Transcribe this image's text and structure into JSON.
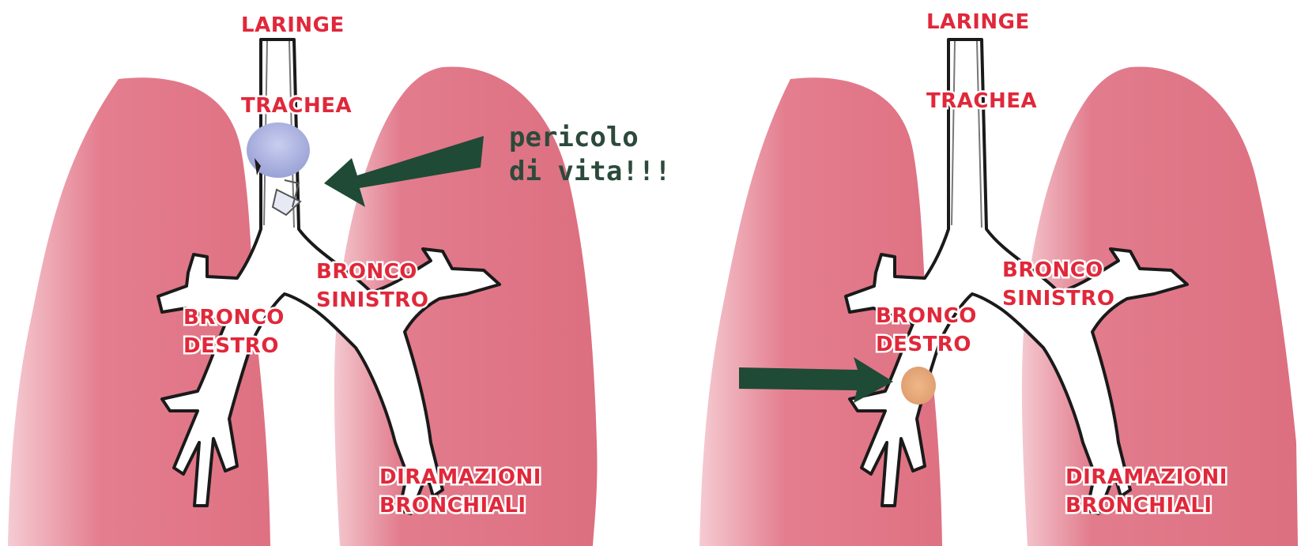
{
  "diagrams": [
    {
      "labels": {
        "larynx": "LARINGE",
        "trachea": "TRACHEA",
        "left_bronchus": [
          "BRONCO",
          "SINISTRO"
        ],
        "right_bronchus": [
          "BRONCO",
          "DESTRO"
        ],
        "branches": [
          "DIRAMAZIONI",
          "BRONCHIALI"
        ]
      },
      "annotation": [
        "pericolo",
        "di vita!!!"
      ]
    },
    {
      "labels": {
        "larynx": "LARINGE",
        "trachea": "TRACHEA",
        "left_bronchus": [
          "BRONCO",
          "SINISTRO"
        ],
        "right_bronchus": [
          "BRONCO",
          "DESTRO"
        ],
        "branches": [
          "DIRAMAZIONI",
          "BRONCHIALI"
        ]
      }
    }
  ],
  "colors": {
    "lung": "#e07a8a",
    "lung_shade": "#f3c3cb",
    "label": "#e0283a",
    "arrow": "#1f4a36",
    "obstruction_trachea": "#b0b7e0",
    "obstruction_bronchus": "#e8a070"
  }
}
